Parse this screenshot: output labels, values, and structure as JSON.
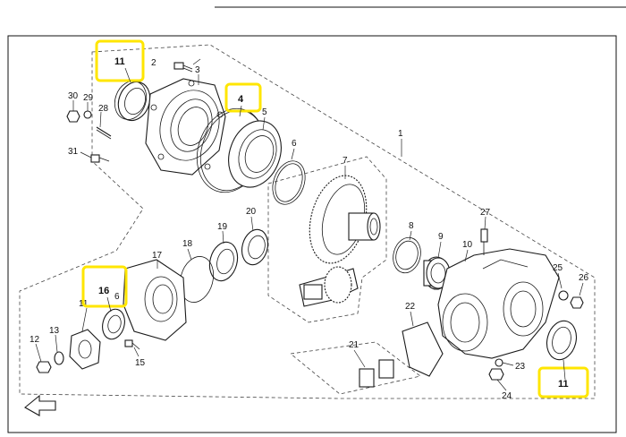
{
  "callouts": {
    "c1": "1",
    "c2": "2",
    "c3": "3",
    "c5": "5",
    "c6": "6",
    "c7": "7",
    "c8": "8",
    "c9": "9",
    "c10": "10",
    "c11a": "11",
    "c12": "12",
    "c13": "13",
    "c15": "15",
    "c17": "17",
    "c18": "18",
    "c19": "19",
    "c20": "20",
    "c21": "21",
    "c22": "22",
    "c23": "23",
    "c24": "24",
    "c25": "25",
    "c26": "26",
    "c27": "27",
    "c28": "28",
    "c29": "29",
    "c30": "30",
    "c31": "31",
    "c6b": "6"
  },
  "highlights": {
    "h11_top": "11",
    "h4": "4",
    "h16": "16",
    "h11_bottom": "11"
  },
  "colors": {
    "highlight": "#ffe600",
    "line": "#1a1a1a"
  }
}
